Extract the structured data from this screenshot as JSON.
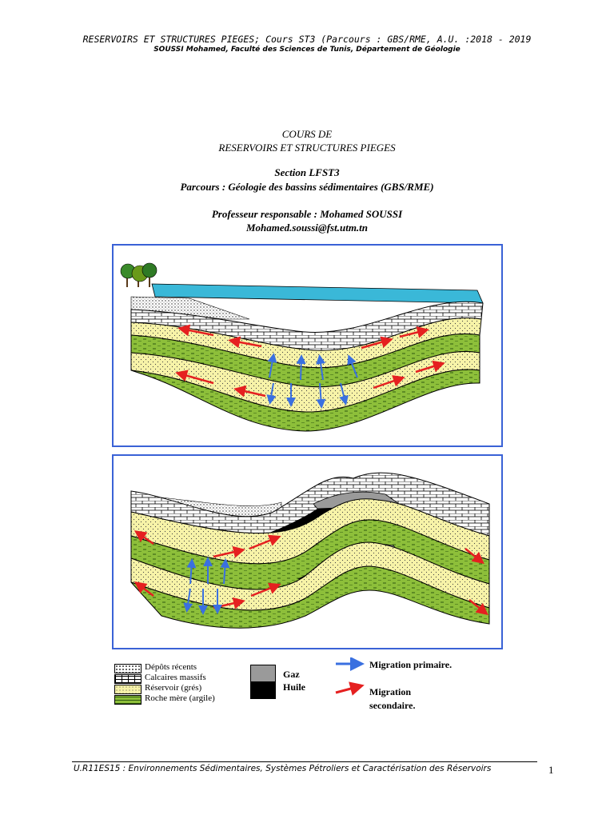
{
  "header": {
    "line1": "RESERVOIRS ET STRUCTURES PIEGES; Cours ST3 (Parcours : GBS/RME, A.U. :2018 - 2019",
    "line2": "SOUSSI Mohamed, Faculté des Sciences de Tunis, Département de Géologie"
  },
  "title": {
    "line1": "COURS DE",
    "line2": "RESERVOIRS ET STRUCTURES PIEGES",
    "section": "Section LFST3",
    "parcours": "Parcours : Géologie des bassins sédimentaires (GBS/RME)",
    "professor": "Professeur responsable : Mohamed SOUSSI",
    "email": "Mohamed.soussi@fst.utm.tn"
  },
  "legend": {
    "depots": "Dépôts récents",
    "calcaires": "Calcaires massifs",
    "reservoir": "Réservoir (grés)",
    "roche": "Roche mère (argile)",
    "gaz": "Gaz",
    "huile": "Huile",
    "migration_primaire": "Migration primaire.",
    "migration_secondaire_1": "Migration",
    "migration_secondaire_2": "secondaire."
  },
  "colors": {
    "reservoir": "#f7f3a8",
    "roche_mere": "#8dbf3a",
    "water": "#3ab8d8",
    "gaz": "#9a9a9a",
    "huile": "#000000",
    "primary_arrow": "#3a70e0",
    "secondary_arrow": "#e52020",
    "frame": "#3a62d6"
  },
  "footer": {
    "text": "U.R11ES15 : Environnements Sédimentaires, Systèmes Pétroliers et Caractérisation des Réservoirs",
    "page": "1"
  }
}
